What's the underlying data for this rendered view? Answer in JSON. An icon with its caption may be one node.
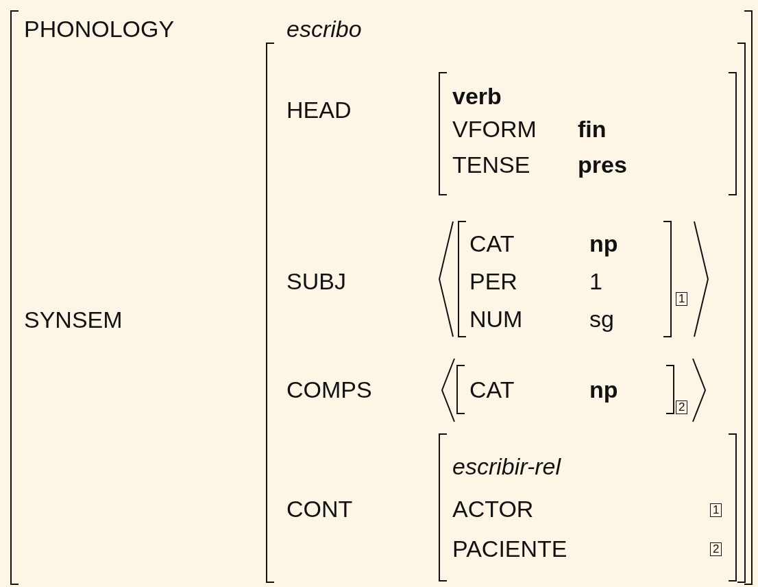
{
  "diagram": {
    "nodes": [
      {
        "text": [
          "PHONOLOGY",
          "escribo",
          "SYNSEM"
        ]
      },
      {
        "text": [
          "HEAD",
          "SUBJ",
          "COMPS",
          "CONT"
        ],
        "in": 0
      },
      {
        "text": [
          "verb",
          "VFORM",
          "fin",
          "TENSE",
          "pres"
        ],
        "in": 1
      },
      {
        "text": [
          "CAT",
          "np",
          "PER",
          "1",
          "NUM",
          "sg",
          "1"
        ],
        "in": 1
      },
      {
        "text": [
          "CAT",
          "np",
          "2"
        ],
        "in": 1
      },
      {
        "text": [
          "escribir-rel",
          "ACTOR",
          "1",
          "PACIENTE",
          "2"
        ],
        "in": 1
      }
    ]
  }
}
